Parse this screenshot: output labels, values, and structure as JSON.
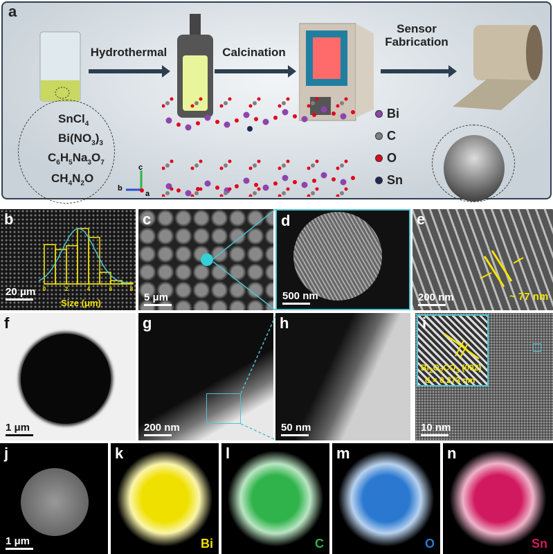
{
  "panel_a": {
    "label": "a",
    "steps": [
      "Hydrothermal",
      "Calcination",
      "Sensor Fabrication"
    ],
    "precursors": [
      "SnCl4",
      "Bi(NO3)3",
      "C6H5Na3O7",
      "CH4N2O"
    ],
    "axes": {
      "c": "c",
      "b": "b",
      "a": "a"
    },
    "legend": [
      {
        "label": "Bi",
        "color": "#8e44ad"
      },
      {
        "label": "C",
        "color": "#808080"
      },
      {
        "label": "O",
        "color": "#e3001b"
      },
      {
        "label": "Sn",
        "color": "#1c2a55"
      }
    ]
  },
  "panel_b": {
    "label": "b",
    "scale": "20 μm",
    "histogram": {
      "xlabel": "Size (μm)",
      "ticks": [
        "0",
        "2",
        "4",
        "6",
        "8"
      ],
      "bins": [
        0,
        1,
        2,
        3,
        4,
        5,
        6,
        7
      ],
      "relative_counts": [
        0.71,
        0.62,
        0.69,
        1.0,
        0.84,
        0.21,
        0.06,
        0.02
      ]
    }
  },
  "panel_c": {
    "label": "c",
    "scale": "5 μm"
  },
  "panel_d": {
    "label": "d",
    "scale": "500 nm"
  },
  "panel_e": {
    "label": "e",
    "scale": "200 nm",
    "annotation": "~ 77 nm"
  },
  "panel_f": {
    "label": "f",
    "scale": "1 μm"
  },
  "panel_g": {
    "label": "g",
    "scale": "200 nm"
  },
  "panel_h": {
    "label": "h",
    "scale": "50 nm"
  },
  "panel_i": {
    "label": "i",
    "scale": "10 nm",
    "formula": "Bi2O2CO3",
    "plane": "(002)",
    "d_spacing": "d = 0.273 nm"
  },
  "panel_j": {
    "label": "j",
    "scale": "1 μm"
  },
  "maps": [
    {
      "label": "k",
      "element": "Bi",
      "color": "#f0e000"
    },
    {
      "label": "l",
      "element": "C",
      "color": "#2fb34a"
    },
    {
      "label": "m",
      "element": "O",
      "color": "#2a78d0"
    },
    {
      "label": "n",
      "element": "Sn",
      "color": "#d0195e"
    }
  ],
  "accent": "#4fc3d3"
}
